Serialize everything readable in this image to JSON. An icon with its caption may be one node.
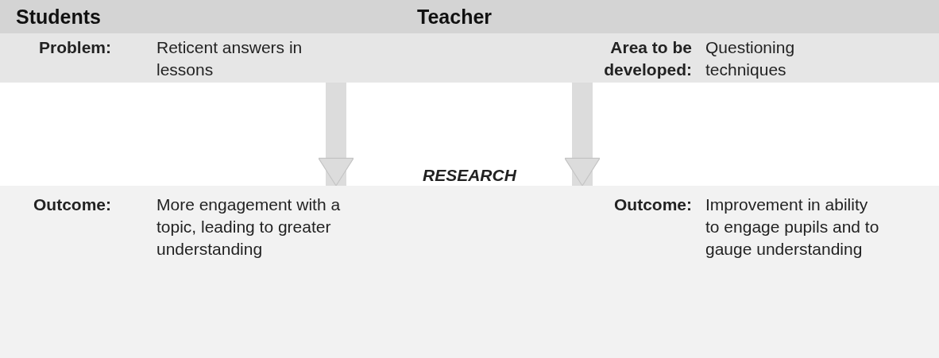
{
  "diagram": {
    "nodes": [
      {
        "text": [
          "Students",
          "Teacher"
        ]
      },
      {
        "text": [
          "**Problem**:",
          "Reticent answers in lessons"
        ]
      },
      {
        "text": [
          "Area to be developed:",
          "Questioning techniques"
        ]
      },
      {
        "text": [
          "**Outcome**:",
          "More engagement with a topic, leading to greater understanding"
        ]
      },
      {
        "text": [
          "Outcome:",
          "Improvement in ability to engage pupils and to gauge understanding"
        ]
      }
    ],
    "edges": [
      {
        "from": 1,
        "to": 3,
        "arrow": "to"
      },
      {
        "from": 2,
        "to": 4,
        "arrow": "to"
      }
    ],
    "labels": [
      "RESEARCH"
    ]
  }
}
